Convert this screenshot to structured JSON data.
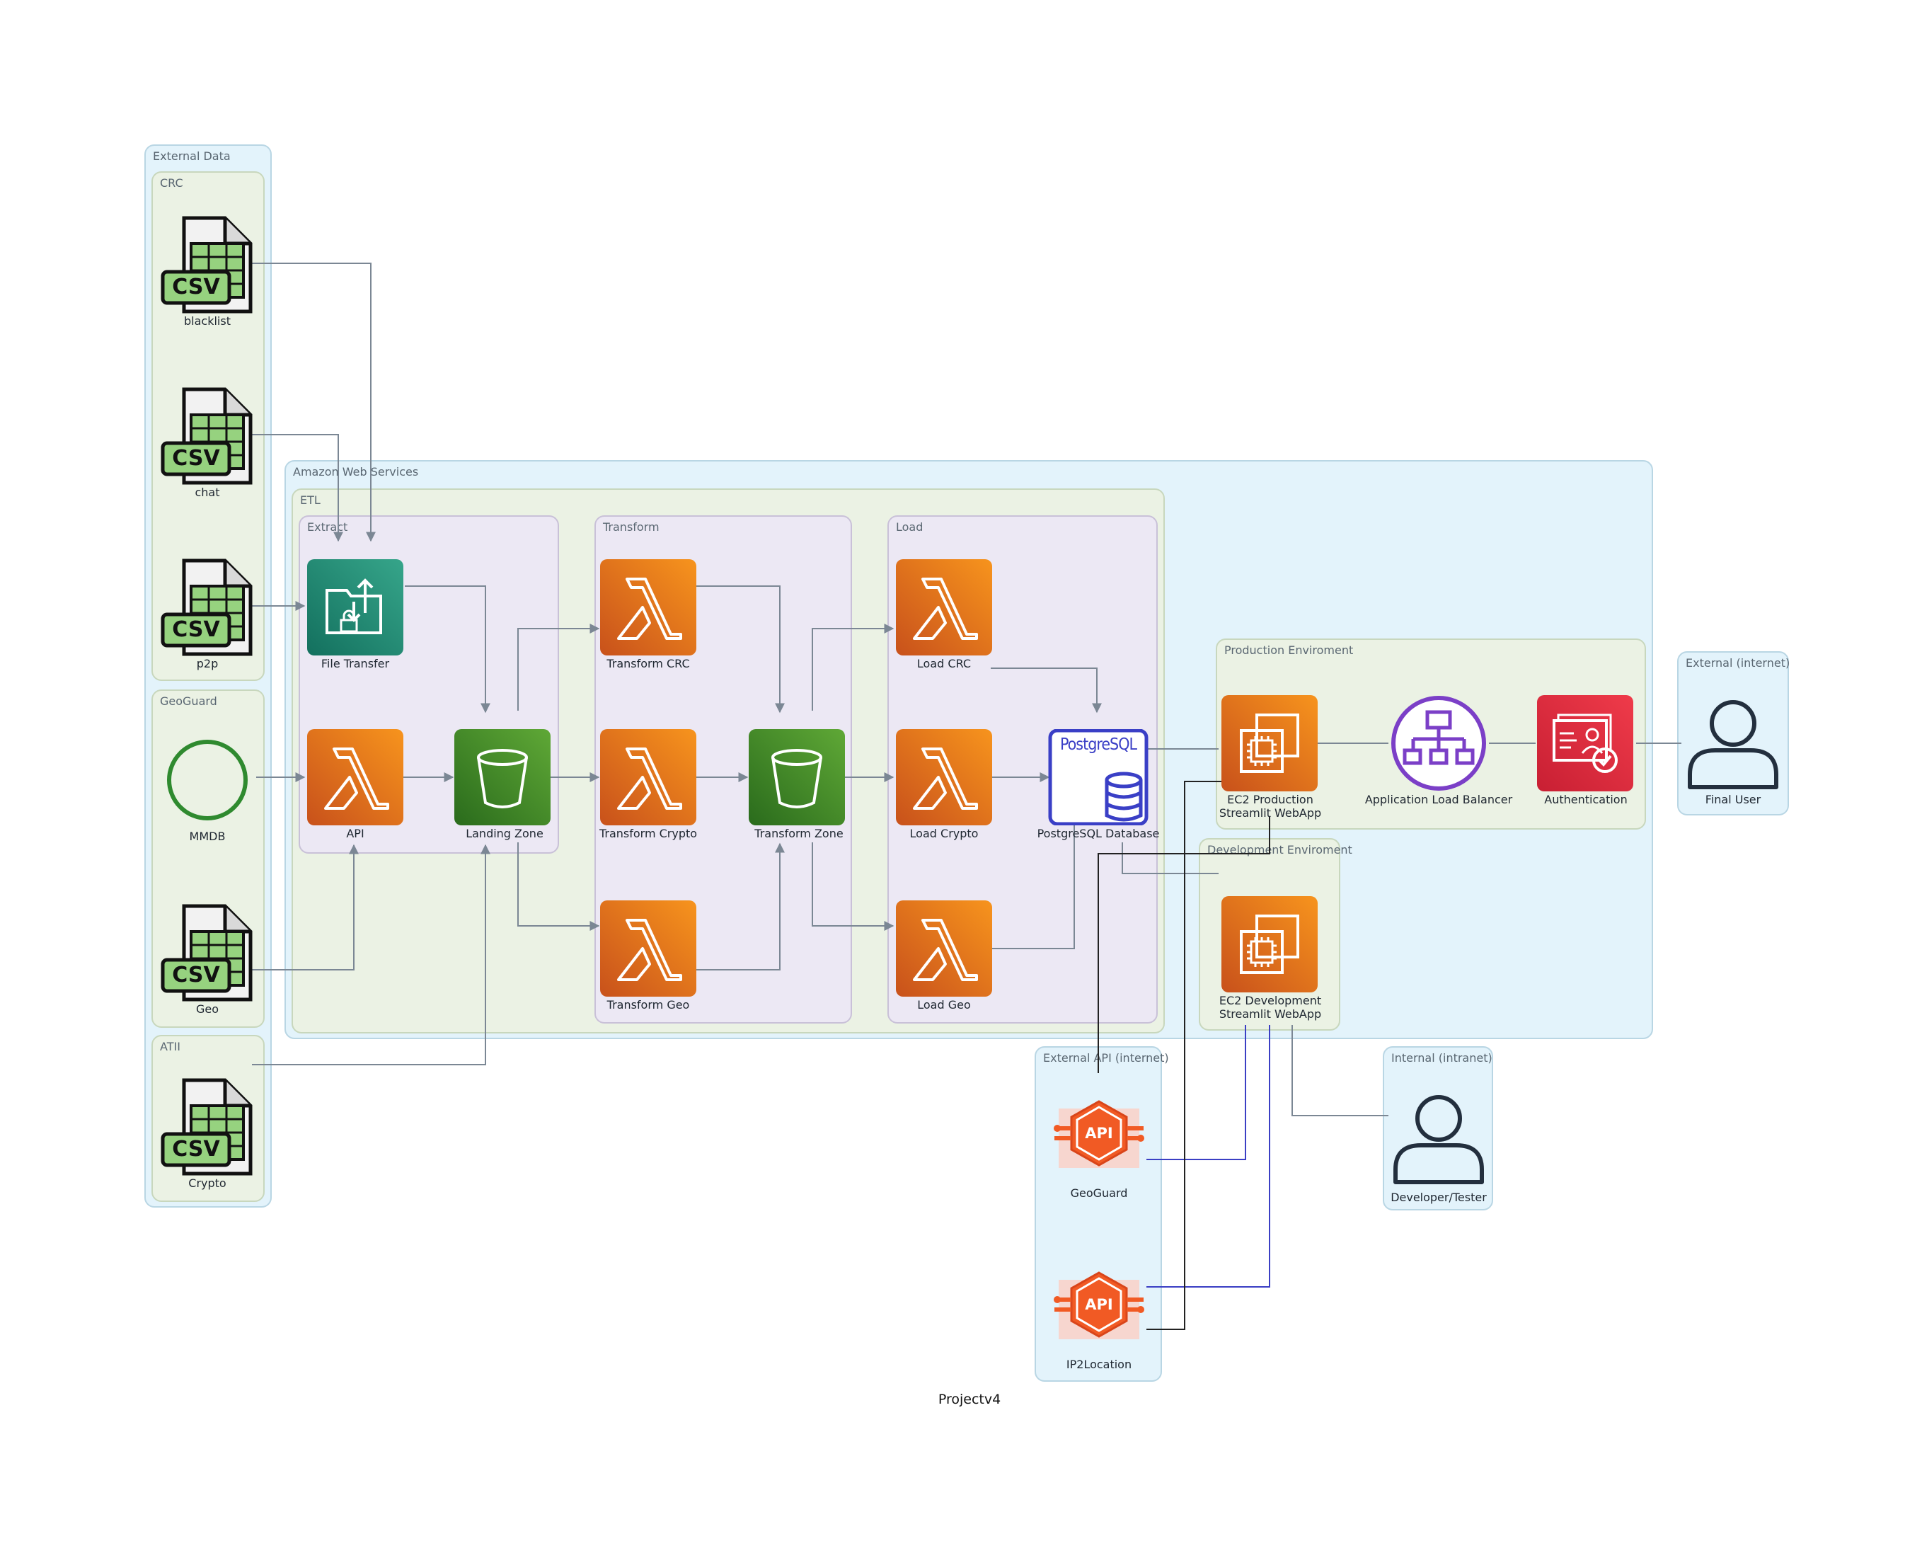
{
  "diagram_title": "Projectv4",
  "clusters": {
    "external_data": "External Data",
    "crc": "CRC",
    "geoguard": "GeoGuard",
    "atii": "ATII",
    "aws": "Amazon Web Services",
    "etl": "ETL",
    "extract": "Extract",
    "transform": "Transform",
    "load": "Load",
    "prod_env": "Production Enviroment",
    "dev_env": "Development Enviroment",
    "external_internet": "External (internet)",
    "external_api": "External API (internet)",
    "internal_intranet": "Internal (intranet)"
  },
  "nodes": {
    "blacklist": "blacklist",
    "chat": "chat",
    "p2p": "p2p",
    "mmdb": "MMDB",
    "geo_csv": "Geo",
    "crypto_csv": "Crypto",
    "file_transfer": "File Transfer",
    "api": "API",
    "landing_zone": "Landing Zone",
    "transform_crc": "Transform CRC",
    "transform_crypto": "Transform Crypto",
    "transform_geo": "Transform Geo",
    "transform_zone": "Transform Zone",
    "load_crc": "Load CRC",
    "load_crypto": "Load Crypto",
    "load_geo": "Load Geo",
    "postgres": "PostgreSQL Database",
    "ec2_prod_line1": "EC2 Production",
    "ec2_prod_line2": "Streamlit WebApp",
    "alb": "Application Load Balancer",
    "auth": "Authentication",
    "final_user": "Final User",
    "ec2_dev_line1": "EC2 Development",
    "ec2_dev_line2": "Streamlit WebApp",
    "api_geoguard": "GeoGuard",
    "api_ip2location": "IP2Location",
    "dev_tester": "Developer/Tester"
  },
  "icon_text": {
    "csv": "CSV",
    "postgresql": "PostgreSQL",
    "api": "API"
  },
  "colors": {
    "edge": "#7b8794",
    "edge_blue": "#3b3fc4",
    "edge_dark": "#222222"
  }
}
